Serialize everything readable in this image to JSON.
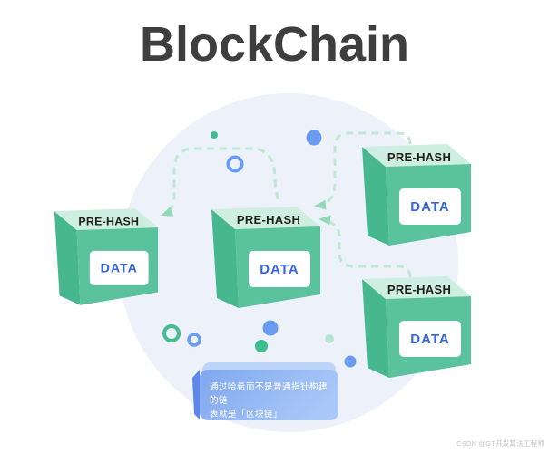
{
  "title": "BlockChain",
  "diagram": {
    "blocks": [
      {
        "id": "block-1",
        "top_label": "PRE-HASH",
        "data_label": "DATA"
      },
      {
        "id": "block-2",
        "top_label": "PRE-HASH",
        "data_label": "DATA"
      },
      {
        "id": "block-3",
        "top_label": "PRE-HASH",
        "data_label": "DATA"
      },
      {
        "id": "block-4",
        "top_label": "PRE-HASH",
        "data_label": "DATA"
      }
    ],
    "connections": [
      {
        "from": "block-2",
        "to": "block-1",
        "style": "dashed-arrow"
      },
      {
        "from": "block-3",
        "to": "block-2",
        "style": "dashed-arrow"
      },
      {
        "from": "block-4",
        "to": "block-2",
        "style": "dashed-arrow"
      }
    ]
  },
  "callout": {
    "line1": "通过哈希而不是普通指针构建的链",
    "line2": "表就是「区块链」"
  },
  "watermark": "CSDN @GT开发算法工程师",
  "colors": {
    "title_text": "#3e3e3e",
    "cube_top": "#cdeee1",
    "cube_left": "#47b790",
    "cube_front": "#5ac39e",
    "data_text": "#3566e0",
    "prehash_text": "#1f1f1f",
    "arrow_dash": "#bfe8d2",
    "arrow_head": "#93d8ba",
    "background_circle": "#edf1f9",
    "accent_blue": "#699bf0",
    "accent_teal": "#3dbc8e",
    "accent_teal_light": "#b7e4d1",
    "callout_main": "#8fb0f2",
    "callout_edge": "#5d87e9",
    "callout_top": "#bdd4f9",
    "watermark_text": "#c2c3c7"
  }
}
